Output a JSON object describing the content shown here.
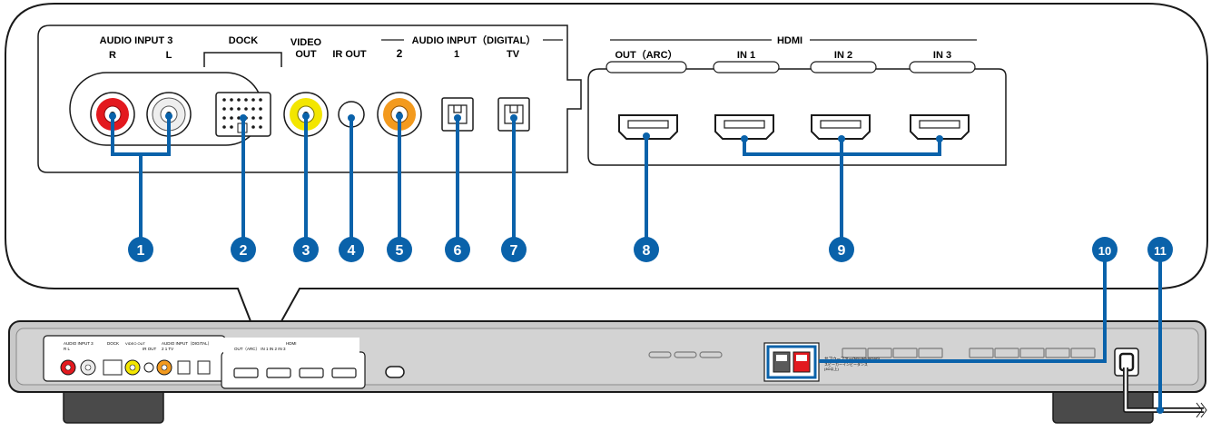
{
  "panel": {
    "audio_input_3": "AUDIO INPUT 3",
    "audio_r": "R",
    "audio_l": "L",
    "dock": "DOCK",
    "video_out_1": "VIDEO",
    "video_out_2": "OUT",
    "ir_out": "IR OUT",
    "audio_input_digital": "AUDIO INPUT（DIGITAL）",
    "digital_2": "2",
    "digital_1": "1",
    "digital_tv": "TV",
    "hdmi": "HDMI",
    "hdmi_out_arc": "OUT（ARC）",
    "hdmi_in_1": "IN 1",
    "hdmi_in_2": "IN 2",
    "hdmi_in_3": "IN 3"
  },
  "callouts": [
    "1",
    "2",
    "3",
    "4",
    "5",
    "6",
    "7",
    "8",
    "9",
    "10",
    "11"
  ],
  "mini_panel": {
    "audio_input_3": "AUDIO INPUT 3",
    "audio_rl": "R    L",
    "dock": "DOCK",
    "video_out": "VIDEO OUT",
    "ir_out": "IR OUT",
    "audio_digital": "AUDIO INPUT（DIGITAL）",
    "digital_labels": "2     1     TV",
    "hdmi": "HDMI",
    "hdmi_labels": "OUT（ARC）  IN 1   IN 2   IN 3"
  },
  "subwoofer_label": "サブウーファー(NS-WSW160)",
  "subwoofer_sub": "スピーカーインピーダンス",
  "subwoofer_sub2": "(4Ω以上)",
  "colors": {
    "callout_blue": "#0a62aa",
    "jack_red": "#e3191f",
    "jack_yellow": "#f3e600",
    "jack_orange": "#f39a1e",
    "outline": "#1a1a1a"
  }
}
